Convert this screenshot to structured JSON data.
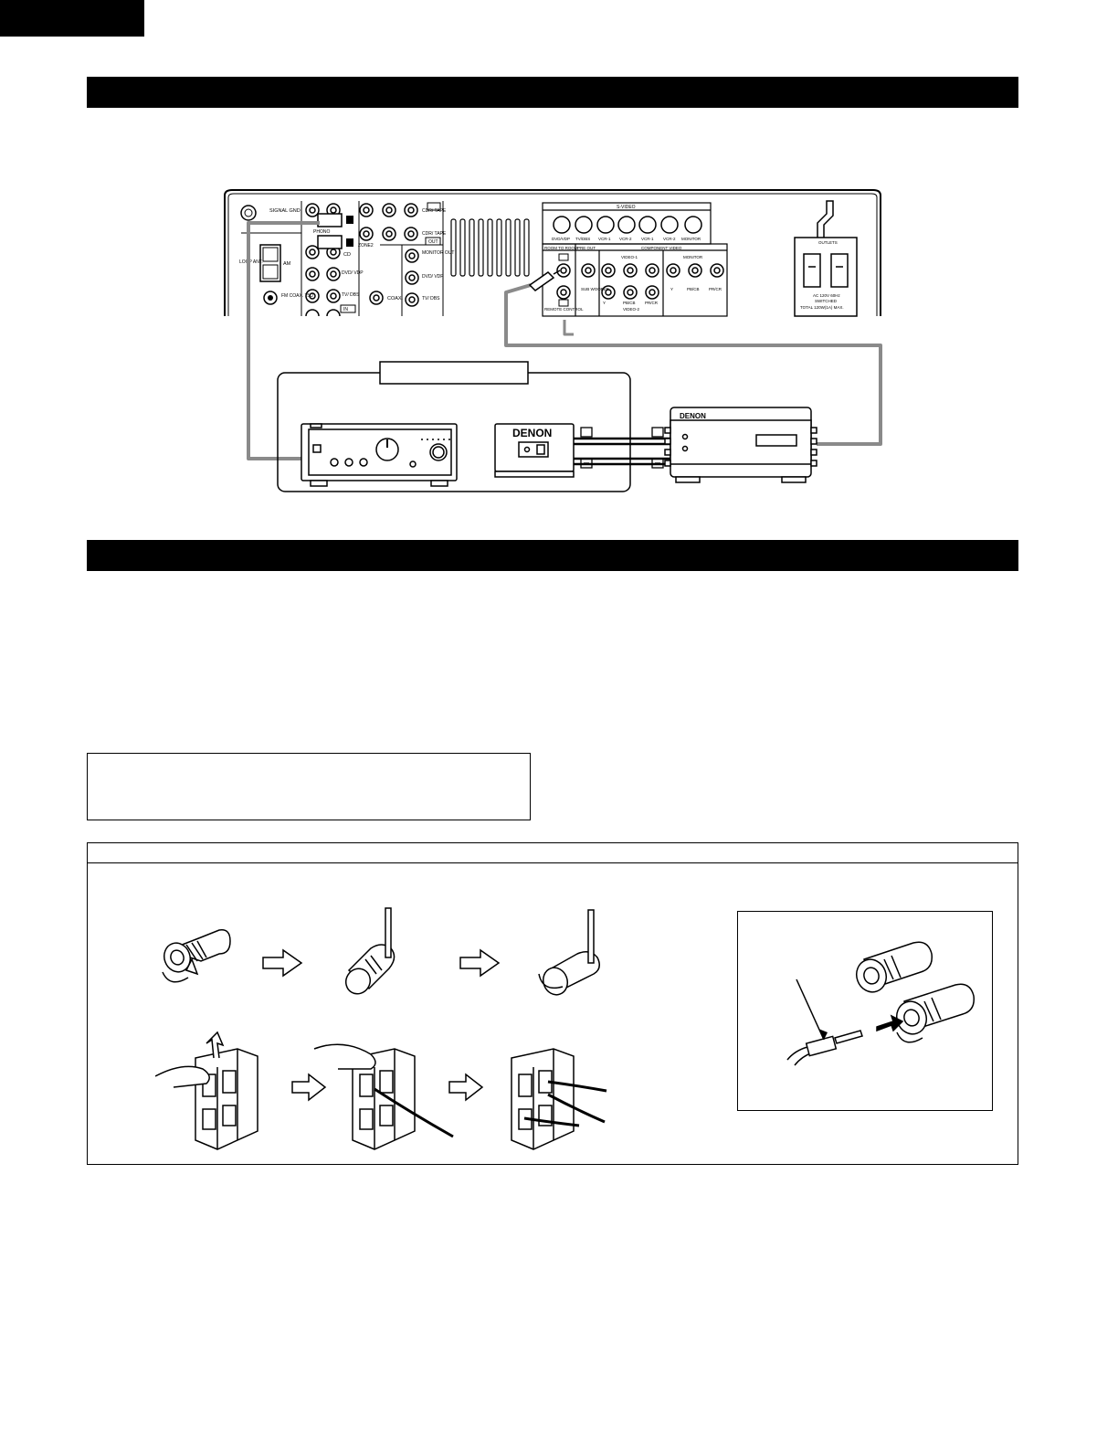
{
  "page": {
    "background": "#ffffff",
    "ink": "#000000",
    "cable_color": "#8a8a8a"
  },
  "receiver": {
    "labels": {
      "signal_gnd": "SIGNAL GND",
      "phono": "PHONO",
      "zone2": "ZONE2",
      "loop_ant": "LOOP ANT.",
      "am": "AM",
      "fm": "FM COAX. 75Ω",
      "cdr_tape_in": "CDR/ TAPE",
      "cdr_tape_out": "CDR/ TAPE",
      "cd": "CD",
      "dvd_vdp_1": "DVD/ VDP",
      "tv_dbs_1": "TV/ DBS",
      "coax": "COAX.",
      "monitor_out": "MONITOR OUT",
      "dvd_vdp_2": "DVD/ VDP",
      "tv_dbs_2": "TV/ DBS",
      "in": "IN",
      "out": "OUT",
      "svideo": "S-VIDEO",
      "sv_dvd": "DVD/VDP",
      "sv_tv": "TV/DBS",
      "sv_vcr1": "VCR-1",
      "sv_vcr2": "VCR-2",
      "sv_vcr1b": "VCR-1",
      "sv_vcr2b": "VCR-2",
      "sv_monitor": "MONITOR",
      "room_to_room": "ROOM TO ROOM",
      "pre_out": "PRE OUT",
      "component_video": "COMPONENT VIDEO",
      "video1": "VIDEO-1",
      "monitor": "MONITOR",
      "sub_woofer": "SUB WOOFER",
      "y": "Y",
      "pb_cb": "PB/CB",
      "pr_cr": "PR/CR",
      "video2": "VIDEO-2",
      "remote_control": "REMOTE CONTROL",
      "outlets": "OUTLETS",
      "ac_rating_1": "AC 120V 60Hz",
      "ac_rating_2": "SWITCHED",
      "ac_rating_3": "TOTAL 120W(1A) MAX."
    }
  },
  "devices": {
    "speaker_brand": "DENON",
    "unit_brand": "DENON"
  }
}
